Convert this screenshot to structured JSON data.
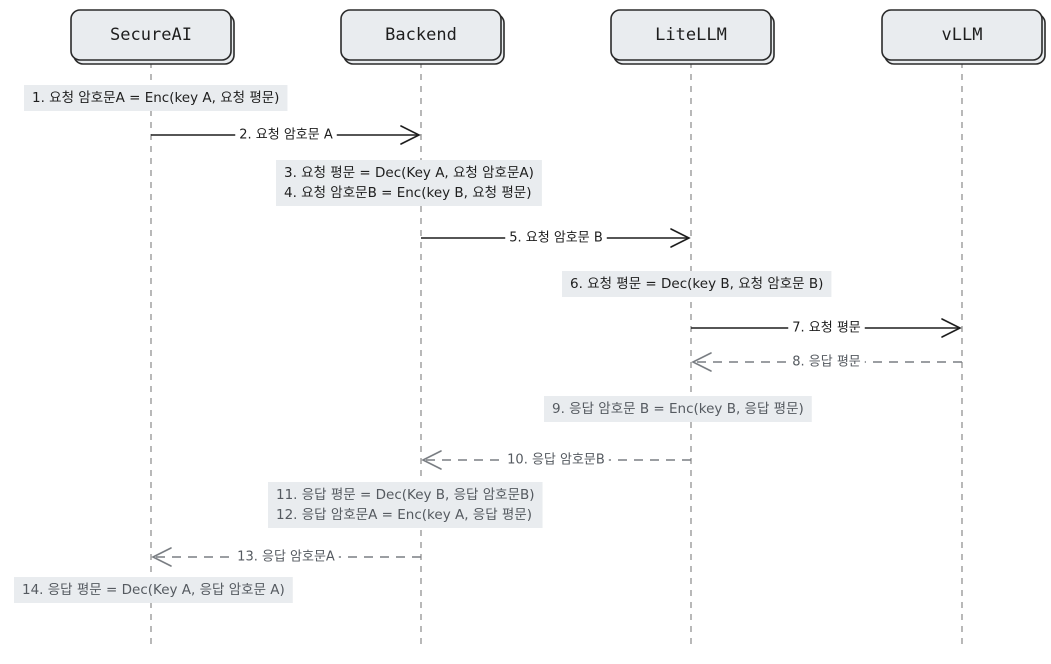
{
  "participants": [
    {
      "id": "secureai",
      "label": "SecureAI"
    },
    {
      "id": "backend",
      "label": "Backend"
    },
    {
      "id": "litellm",
      "label": "LiteLLM"
    },
    {
      "id": "vllm",
      "label": "vLLM"
    }
  ],
  "steps": [
    {
      "kind": "note",
      "over": "secureai",
      "lines": [
        "1. 요청 암호문A = Enc(key A, 요청 평문)"
      ]
    },
    {
      "kind": "message",
      "from": "secureai",
      "to": "backend",
      "label": "2. 요청 암호문 A",
      "style": "solid"
    },
    {
      "kind": "note",
      "over": "backend",
      "lines": [
        "3. 요청 평문 = Dec(Key A, 요청 암호문A)",
        "4. 요청 암호문B = Enc(key B, 요청 평문)"
      ]
    },
    {
      "kind": "message",
      "from": "backend",
      "to": "litellm",
      "label": "5. 요청 암호문 B",
      "style": "solid"
    },
    {
      "kind": "note",
      "over": "litellm",
      "lines": [
        "6. 요청 평문 = Dec(key B, 요청 암호문 B)"
      ]
    },
    {
      "kind": "message",
      "from": "litellm",
      "to": "vllm",
      "label": "7. 요청 평문",
      "style": "solid"
    },
    {
      "kind": "message",
      "from": "vllm",
      "to": "litellm",
      "label": "8. 응답 평문",
      "style": "dashed"
    },
    {
      "kind": "note",
      "over": "litellm",
      "response": true,
      "lines": [
        "9. 응답 암호문 B = Enc(key B, 응답 평문)"
      ]
    },
    {
      "kind": "message",
      "from": "litellm",
      "to": "backend",
      "label": "10. 응답 암호문B",
      "style": "dashed"
    },
    {
      "kind": "note",
      "over": "backend",
      "response": true,
      "lines": [
        "11. 응답 평문 = Dec(Key B, 응답 암호문B)",
        "12. 응답 암호문A = Enc(key A, 응답 평문)"
      ]
    },
    {
      "kind": "message",
      "from": "backend",
      "to": "secureai",
      "label": "13. 응답 암호문A",
      "style": "dashed"
    },
    {
      "kind": "note",
      "over": "secureai",
      "response": true,
      "lines": [
        "14. 응답 평문 = Dec(Key A, 응답 암호문 A)"
      ]
    }
  ]
}
